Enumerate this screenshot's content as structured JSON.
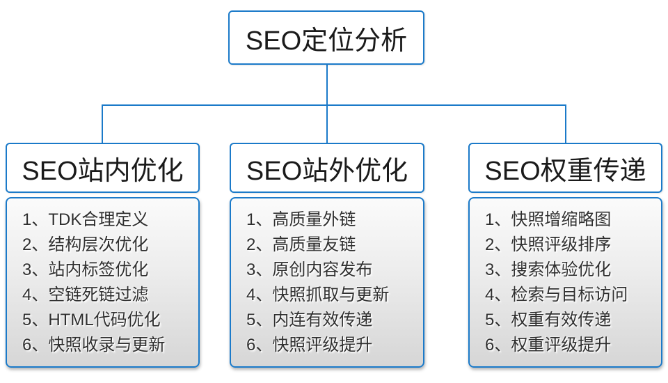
{
  "colors": {
    "accent": "#1b7ac9",
    "body_gradient_top": "#fbfbfb",
    "body_gradient_bottom": "#d6d6d6",
    "item_text": "#2f2f2f"
  },
  "root": {
    "title": "SEO定位分析"
  },
  "columns": [
    {
      "title": "SEO站内优化",
      "items": [
        "1、TDK合理定义",
        "2、结构层次优化",
        "3、站内标签优化",
        "4、空链死链过滤",
        "5、HTML代码优化",
        "6、快照收录与更新"
      ]
    },
    {
      "title": "SEO站外优化",
      "items": [
        "1、高质量外链",
        "2、高质量友链",
        "3、原创内容发布",
        "4、快照抓取与更新",
        "5、内连有效传递",
        "6、快照评级提升"
      ]
    },
    {
      "title": "SEO权重传递",
      "items": [
        "1、快照增缩略图",
        "2、快照评级排序",
        "3、搜索体验优化",
        "4、检索与目标访问",
        "5、权重有效传递",
        "6、权重评级提升"
      ]
    }
  ]
}
